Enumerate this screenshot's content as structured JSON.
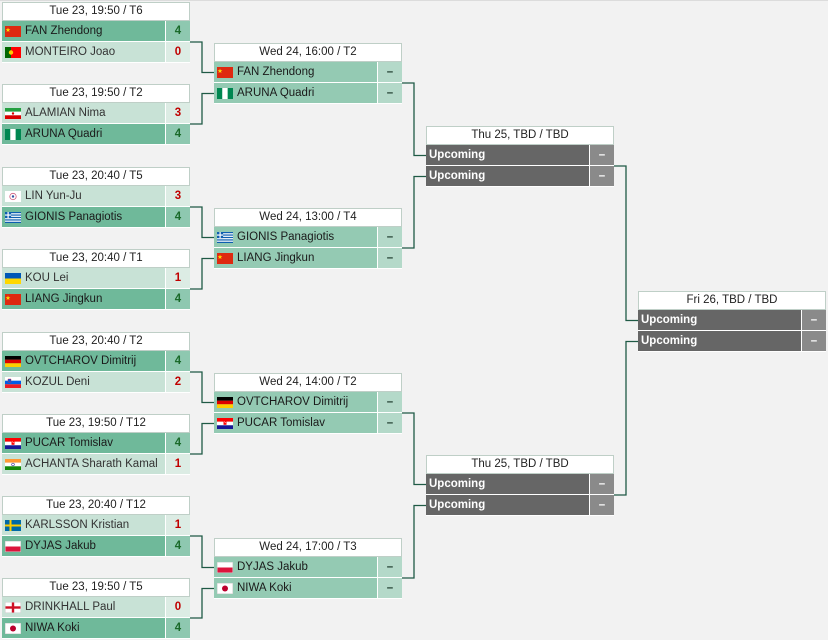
{
  "flags": {
    "CHN": {
      "type": "chn"
    },
    "POR": {
      "type": "por"
    },
    "IRI": {
      "type": "iri"
    },
    "NGR": {
      "type": "ngr"
    },
    "TPE": {
      "type": "tpe"
    },
    "GRE": {
      "type": "gre"
    },
    "UKR": {
      "type": "ukr"
    },
    "GER": {
      "type": "ger"
    },
    "SLO": {
      "type": "slo"
    },
    "CRO": {
      "type": "cro"
    },
    "IND": {
      "type": "ind"
    },
    "SWE": {
      "type": "swe"
    },
    "POL": {
      "type": "pol"
    },
    "ENG": {
      "type": "eng"
    },
    "JPN": {
      "type": "jpn"
    }
  },
  "colors": {
    "winner_row": "#6fb99a",
    "loser_row": "#c8e2d6",
    "pending_row": "#94cab3",
    "upcoming_row": "#666666",
    "connector": "#1f5a45",
    "win_score": "#1a6a2a",
    "lose_score": "#c00000"
  },
  "round1": [
    {
      "header": "Tue 23, 19:50 / T6",
      "players": [
        {
          "name": "FAN Zhendong",
          "flag": "CHN",
          "score": "4",
          "status": "win"
        },
        {
          "name": "MONTEIRO Joao",
          "flag": "POR",
          "score": "0",
          "status": "lose"
        }
      ]
    },
    {
      "header": "Tue 23, 19:50 / T2",
      "players": [
        {
          "name": "ALAMIAN Nima",
          "flag": "IRI",
          "score": "3",
          "status": "lose"
        },
        {
          "name": "ARUNA Quadri",
          "flag": "NGR",
          "score": "4",
          "status": "win"
        }
      ]
    },
    {
      "header": "Tue 23, 20:40 / T5",
      "players": [
        {
          "name": "LIN Yun-Ju",
          "flag": "TPE",
          "score": "3",
          "status": "lose"
        },
        {
          "name": "GIONIS Panagiotis",
          "flag": "GRE",
          "score": "4",
          "status": "win"
        }
      ]
    },
    {
      "header": "Tue 23, 20:40 / T1",
      "players": [
        {
          "name": "KOU Lei",
          "flag": "UKR",
          "score": "1",
          "status": "lose"
        },
        {
          "name": "LIANG Jingkun",
          "flag": "CHN",
          "score": "4",
          "status": "win"
        }
      ]
    },
    {
      "header": "Tue 23, 20:40 / T2",
      "players": [
        {
          "name": "OVTCHAROV Dimitrij",
          "flag": "GER",
          "score": "4",
          "status": "win"
        },
        {
          "name": "KOZUL Deni",
          "flag": "SLO",
          "score": "2",
          "status": "lose"
        }
      ]
    },
    {
      "header": "Tue 23, 19:50 / T12",
      "players": [
        {
          "name": "PUCAR Tomislav",
          "flag": "CRO",
          "score": "4",
          "status": "win"
        },
        {
          "name": "ACHANTA Sharath Kamal",
          "flag": "IND",
          "score": "1",
          "status": "lose"
        }
      ]
    },
    {
      "header": "Tue 23, 20:40 / T12",
      "players": [
        {
          "name": "KARLSSON Kristian",
          "flag": "SWE",
          "score": "1",
          "status": "lose"
        },
        {
          "name": "DYJAS Jakub",
          "flag": "POL",
          "score": "4",
          "status": "win"
        }
      ]
    },
    {
      "header": "Tue 23, 19:50 / T5",
      "players": [
        {
          "name": "DRINKHALL Paul",
          "flag": "ENG",
          "score": "0",
          "status": "lose"
        },
        {
          "name": "NIWA Koki",
          "flag": "JPN",
          "score": "4",
          "status": "win"
        }
      ]
    }
  ],
  "round2": [
    {
      "header": "Wed 24, 16:00 / T2",
      "players": [
        {
          "name": "FAN Zhendong",
          "flag": "CHN",
          "score": "–",
          "status": "pending"
        },
        {
          "name": "ARUNA Quadri",
          "flag": "NGR",
          "score": "–",
          "status": "pending"
        }
      ]
    },
    {
      "header": "Wed 24, 13:00 / T4",
      "players": [
        {
          "name": "GIONIS Panagiotis",
          "flag": "GRE",
          "score": "–",
          "status": "pending"
        },
        {
          "name": "LIANG Jingkun",
          "flag": "CHN",
          "score": "–",
          "status": "pending"
        }
      ]
    },
    {
      "header": "Wed 24, 14:00 / T2",
      "players": [
        {
          "name": "OVTCHAROV Dimitrij",
          "flag": "GER",
          "score": "–",
          "status": "pending"
        },
        {
          "name": "PUCAR Tomislav",
          "flag": "CRO",
          "score": "–",
          "status": "pending"
        }
      ]
    },
    {
      "header": "Wed 24, 17:00 / T3",
      "players": [
        {
          "name": "DYJAS Jakub",
          "flag": "POL",
          "score": "–",
          "status": "pending"
        },
        {
          "name": "NIWA Koki",
          "flag": "JPN",
          "score": "–",
          "status": "pending"
        }
      ]
    }
  ],
  "round3": [
    {
      "header": "Thu 25, TBD / TBD",
      "players": [
        {
          "name": "Upcoming",
          "flag": "",
          "score": "–",
          "status": "up"
        },
        {
          "name": "Upcoming",
          "flag": "",
          "score": "–",
          "status": "up"
        }
      ]
    },
    {
      "header": "Thu 25, TBD / TBD",
      "players": [
        {
          "name": "Upcoming",
          "flag": "",
          "score": "–",
          "status": "up"
        },
        {
          "name": "Upcoming",
          "flag": "",
          "score": "–",
          "status": "up"
        }
      ]
    }
  ],
  "round4": [
    {
      "header": "Fri 26, TBD / TBD",
      "players": [
        {
          "name": "Upcoming",
          "flag": "",
          "score": "–",
          "status": "up"
        },
        {
          "name": "Upcoming",
          "flag": "",
          "score": "–",
          "status": "up"
        }
      ]
    }
  ]
}
